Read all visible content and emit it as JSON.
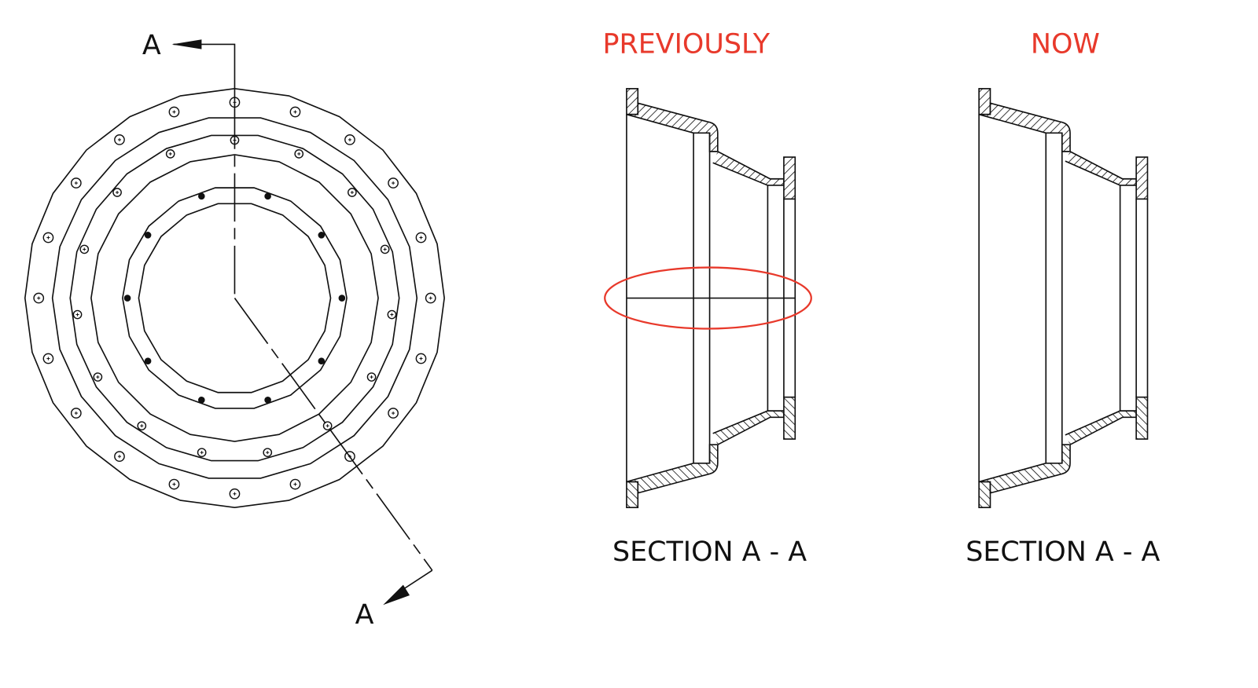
{
  "colors": {
    "line": "#111111",
    "highlight": "#e8392b"
  },
  "front_view": {
    "section_marker_top": "A",
    "section_marker_bottom": "A"
  },
  "previous": {
    "heading": "PREVIOUSLY",
    "caption": "SECTION A - A"
  },
  "current": {
    "heading": "NOW",
    "caption": "SECTION A - A"
  }
}
